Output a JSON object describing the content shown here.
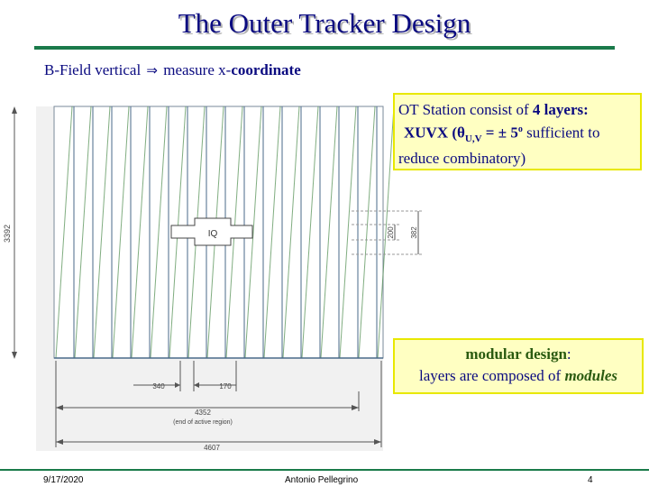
{
  "slide": {
    "title": "The Outer Tracker Design",
    "subtitle_prefix": "B-Field vertical",
    "subtitle_arrow": "⇒",
    "subtitle_mid": "measure x-",
    "subtitle_bold": "coordinate",
    "date": "9/17/2020",
    "author": "Antonio Pellegrino",
    "page": "4"
  },
  "note_layers": {
    "line1_prefix": "OT Station consist of",
    "line1_bold": "4 layers:",
    "line2_a": "XUVX (",
    "theta": "θ",
    "sub": "U,V",
    "eq": " = ± 5",
    "deg": "o",
    "line2_b": " sufficient to",
    "line3": "reduce combinatory)"
  },
  "note_modular": {
    "line1_bold": "modular design",
    "line1_tail": ":",
    "line2_prefix": "layers are composed of",
    "line2_ital": "modules"
  },
  "drawing": {
    "dim_height": "3392",
    "dim_hole": "200",
    "dim_hole_outer": "382",
    "dim_width": "340",
    "dim_170": "170",
    "dim_active": "4352",
    "dim_active_note": "(end of active region)",
    "dim_total": "4607",
    "beam_label": "IQ"
  }
}
